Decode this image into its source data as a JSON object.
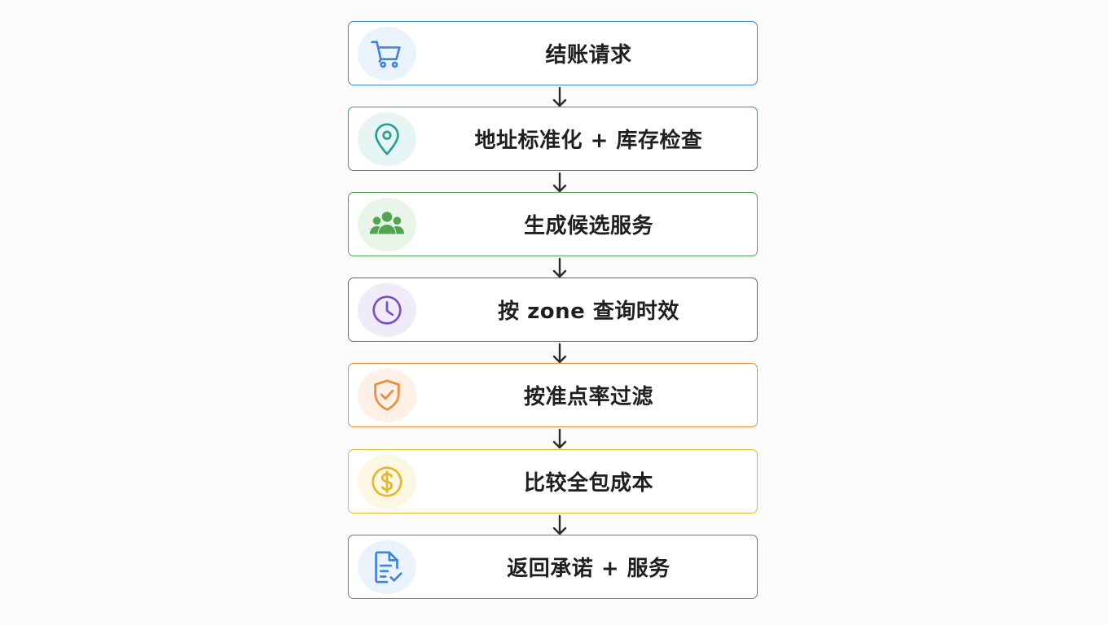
{
  "steps": [
    {
      "label": "结账请求",
      "icon": "shopping-cart-icon",
      "color": "#3f84dc",
      "bg": "#eaf2fc"
    },
    {
      "label": "地址标准化 + 库存检查",
      "icon": "map-pin-icon",
      "color": "#2c9d95",
      "bg": "#e6f5f3"
    },
    {
      "label": "生成候选服务",
      "icon": "users-icon",
      "color": "#52a550",
      "bg": "#e9f5e8"
    },
    {
      "label": "按 zone 查询时效",
      "icon": "clock-icon",
      "color": "#7b4fc4",
      "bg": "#f0ebf9"
    },
    {
      "label": "按准点率过滤",
      "icon": "shield-check-icon",
      "color": "#f08a3a",
      "bg": "#fdf0e6"
    },
    {
      "label": "比较全包成本",
      "icon": "dollar-coin-icon",
      "color": "#e2b72a",
      "bg": "#fcf7e3"
    },
    {
      "label": "返回承诺 + 服务",
      "icon": "document-check-icon",
      "color": "#3f84dc",
      "bg": "#eaf2fc"
    }
  ]
}
